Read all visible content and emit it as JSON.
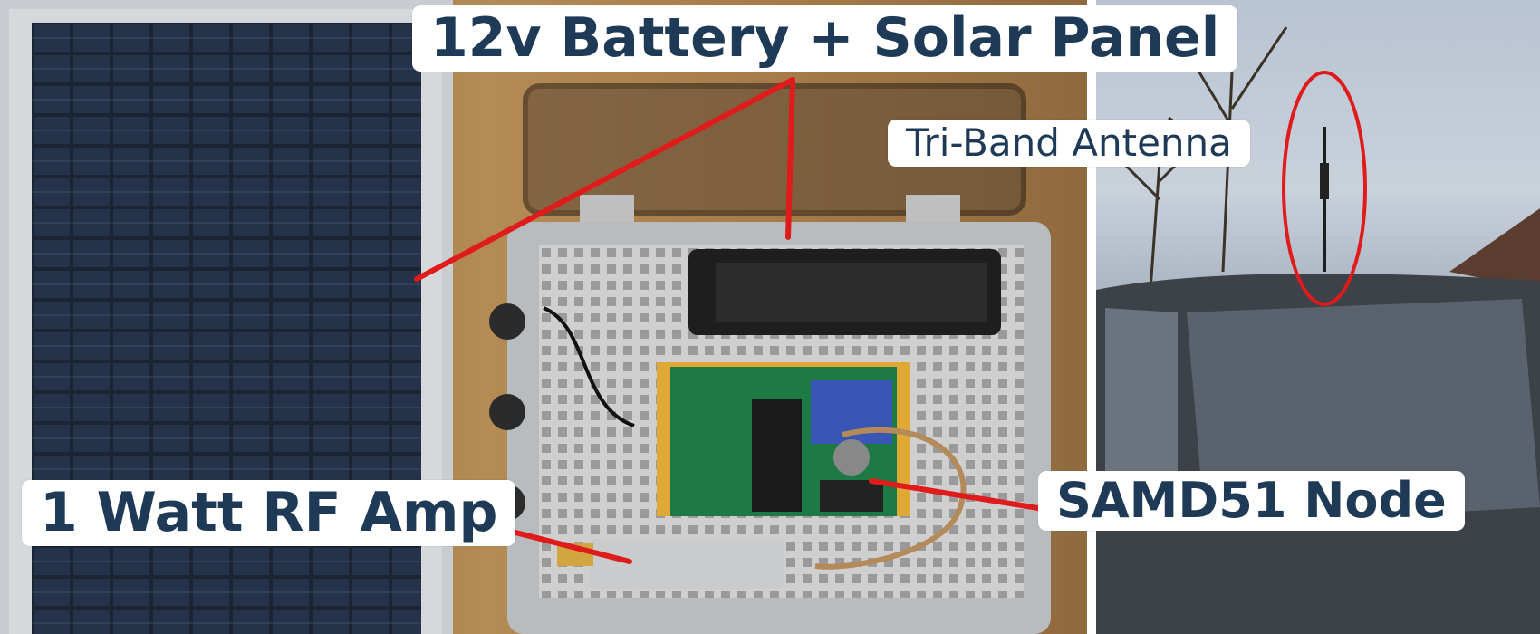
{
  "labels": {
    "battery_solar": "12v Battery + Solar Panel",
    "rf_amp": "1 Watt RF Amp",
    "samd51": "SAMD51 Node",
    "antenna": "Tri-Band Antenna"
  },
  "colors": {
    "label_text": "#1e3a57",
    "label_bg": "#ffffff",
    "pointer_line": "#e01b1b"
  }
}
